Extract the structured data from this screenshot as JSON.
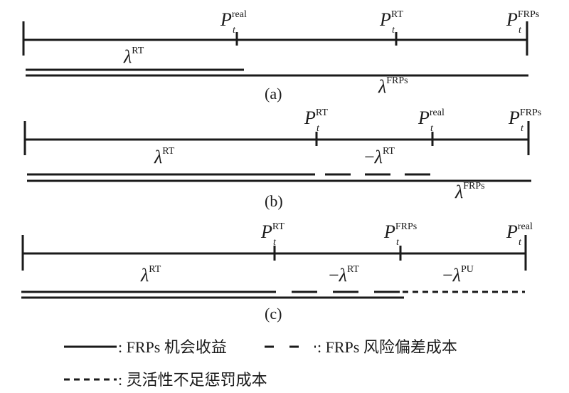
{
  "panels": [
    {
      "caption": "(a)",
      "points": [
        {
          "sym": "P",
          "sup": "real",
          "sub": "t"
        },
        {
          "sym": "P",
          "sup": "RT",
          "sub": "t"
        },
        {
          "sym": "P",
          "sup": "FRPs",
          "sub": "t"
        }
      ],
      "lambdas": [
        {
          "prefix": "",
          "sym": "λ",
          "sup": "RT"
        },
        {
          "prefix": "",
          "sym": "λ",
          "sup": "FRPs"
        }
      ]
    },
    {
      "caption": "(b)",
      "points": [
        {
          "sym": "P",
          "sup": "RT",
          "sub": "t"
        },
        {
          "sym": "P",
          "sup": "real",
          "sub": "t"
        },
        {
          "sym": "P",
          "sup": "FRPs",
          "sub": "t"
        }
      ],
      "lambdas": [
        {
          "prefix": "",
          "sym": "λ",
          "sup": "RT"
        },
        {
          "prefix": "−",
          "sym": "λ",
          "sup": "RT"
        },
        {
          "prefix": "",
          "sym": "λ",
          "sup": "FRPs"
        }
      ]
    },
    {
      "caption": "(c)",
      "points": [
        {
          "sym": "P",
          "sup": "RT",
          "sub": "t"
        },
        {
          "sym": "P",
          "sup": "FRPs",
          "sub": "t"
        },
        {
          "sym": "P",
          "sup": "real",
          "sub": "t"
        }
      ],
      "lambdas": [
        {
          "prefix": "",
          "sym": "λ",
          "sup": "RT"
        },
        {
          "prefix": "−",
          "sym": "λ",
          "sup": "RT"
        },
        {
          "prefix": "−",
          "sym": "λ",
          "sup": "PU"
        }
      ]
    }
  ],
  "legend": {
    "solid_label": ": FRPs 机会收益",
    "dashed_label": ": FRPs 风险偏差成本",
    "dotted_label": ": 灵活性不足惩罚成本"
  }
}
